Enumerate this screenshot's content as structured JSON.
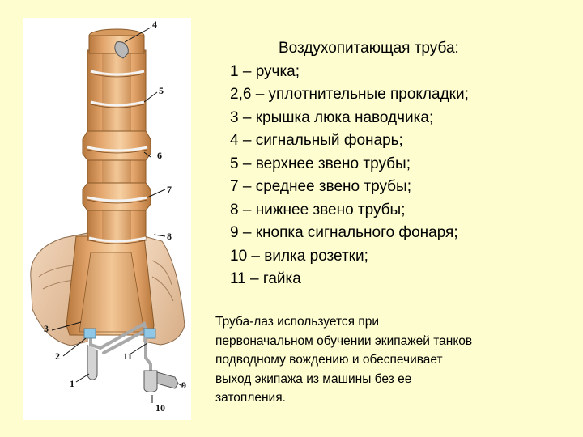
{
  "legend": {
    "title": "Воздухопитающая труба:",
    "items": [
      "1 – ручка;",
      "2,6 – уплотнительные прокладки;",
      "3 – крышка люка наводчика;",
      "4 – сигнальный фонарь;",
      "5 – верхнее звено трубы;",
      "7 – среднее звено трубы;",
      "8 – нижнее звено трубы;",
      "9 – кнопка сигнального фонаря;",
      "10 – вилка розетки;",
      "11 – гайка"
    ]
  },
  "description": {
    "lines": [
      "Труба-лаз используется при",
      "первоначальном обучении экипажей танков",
      "подводному вождению и обеспечивает",
      "выход экипажа из машины без ее",
      "затопления."
    ]
  },
  "callouts": {
    "n4": "4",
    "n5": "5",
    "n6": "6",
    "n7": "7",
    "n8": "8",
    "n3": "3",
    "n2": "2",
    "n11": "11",
    "n1": "1",
    "n9": "9",
    "n10": "10"
  },
  "colors": {
    "background": "#fdfdd0",
    "tube": "#e2a46a",
    "tube_light": "#f6d0a3",
    "tube_dark": "#b7783e",
    "hatch": "#e9c9a8",
    "seal": "#f2f2f2",
    "pipe": "#c7c7c7",
    "accent_blue": "#8fc8e6"
  }
}
